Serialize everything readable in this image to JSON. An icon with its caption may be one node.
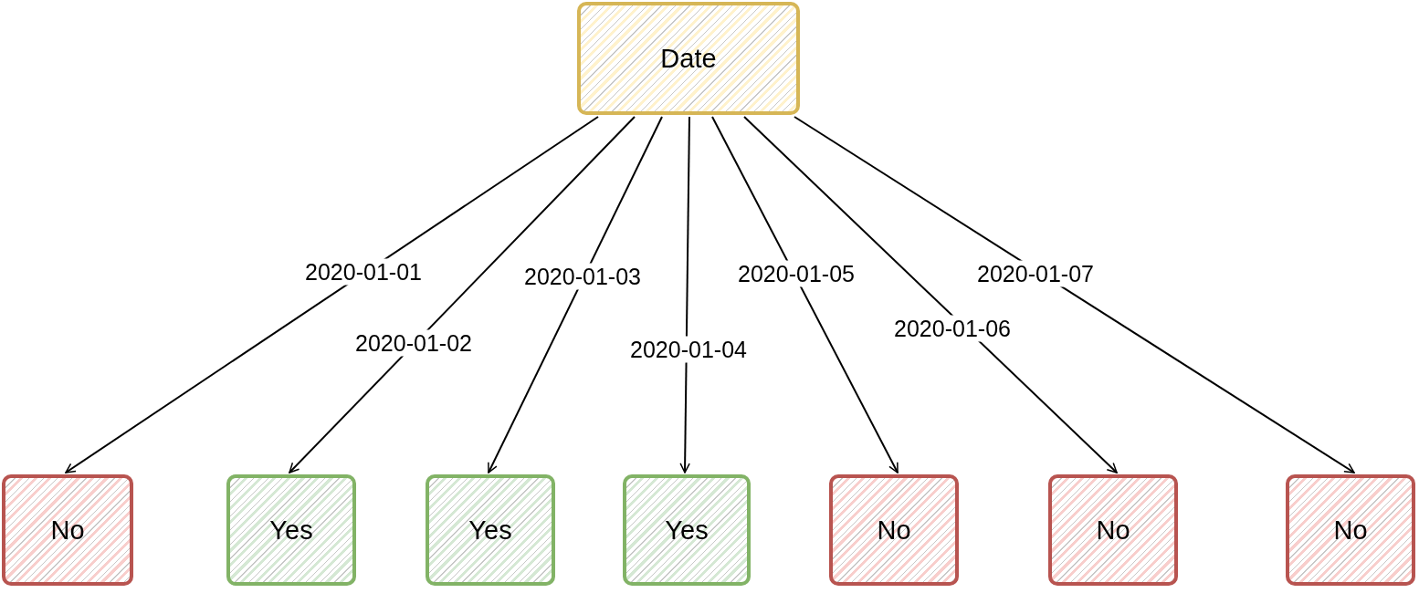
{
  "diagram": {
    "nodes": [
      {
        "text": [
          "Date"
        ]
      },
      {
        "text": [
          "No"
        ]
      },
      {
        "text": [
          "Yes"
        ]
      },
      {
        "text": [
          "Yes"
        ]
      },
      {
        "text": [
          "Yes"
        ]
      },
      {
        "text": [
          "No"
        ]
      },
      {
        "text": [
          "No"
        ]
      },
      {
        "text": [
          "No"
        ]
      }
    ],
    "edges": [
      {
        "from": 0,
        "to": 1,
        "arrow": "to",
        "label": "2020-01-01"
      },
      {
        "from": 0,
        "to": 2,
        "arrow": "to",
        "label": "2020-01-02"
      },
      {
        "from": 0,
        "to": 3,
        "arrow": "to",
        "label": "2020-01-03"
      },
      {
        "from": 0,
        "to": 4,
        "arrow": "to",
        "label": "2020-01-04"
      },
      {
        "from": 0,
        "to": 5,
        "arrow": "to",
        "label": "2020-01-05"
      },
      {
        "from": 0,
        "to": 6,
        "arrow": "to",
        "label": "2020-01-06"
      },
      {
        "from": 0,
        "to": 7,
        "arrow": "to",
        "label": "2020-01-07"
      }
    ]
  }
}
